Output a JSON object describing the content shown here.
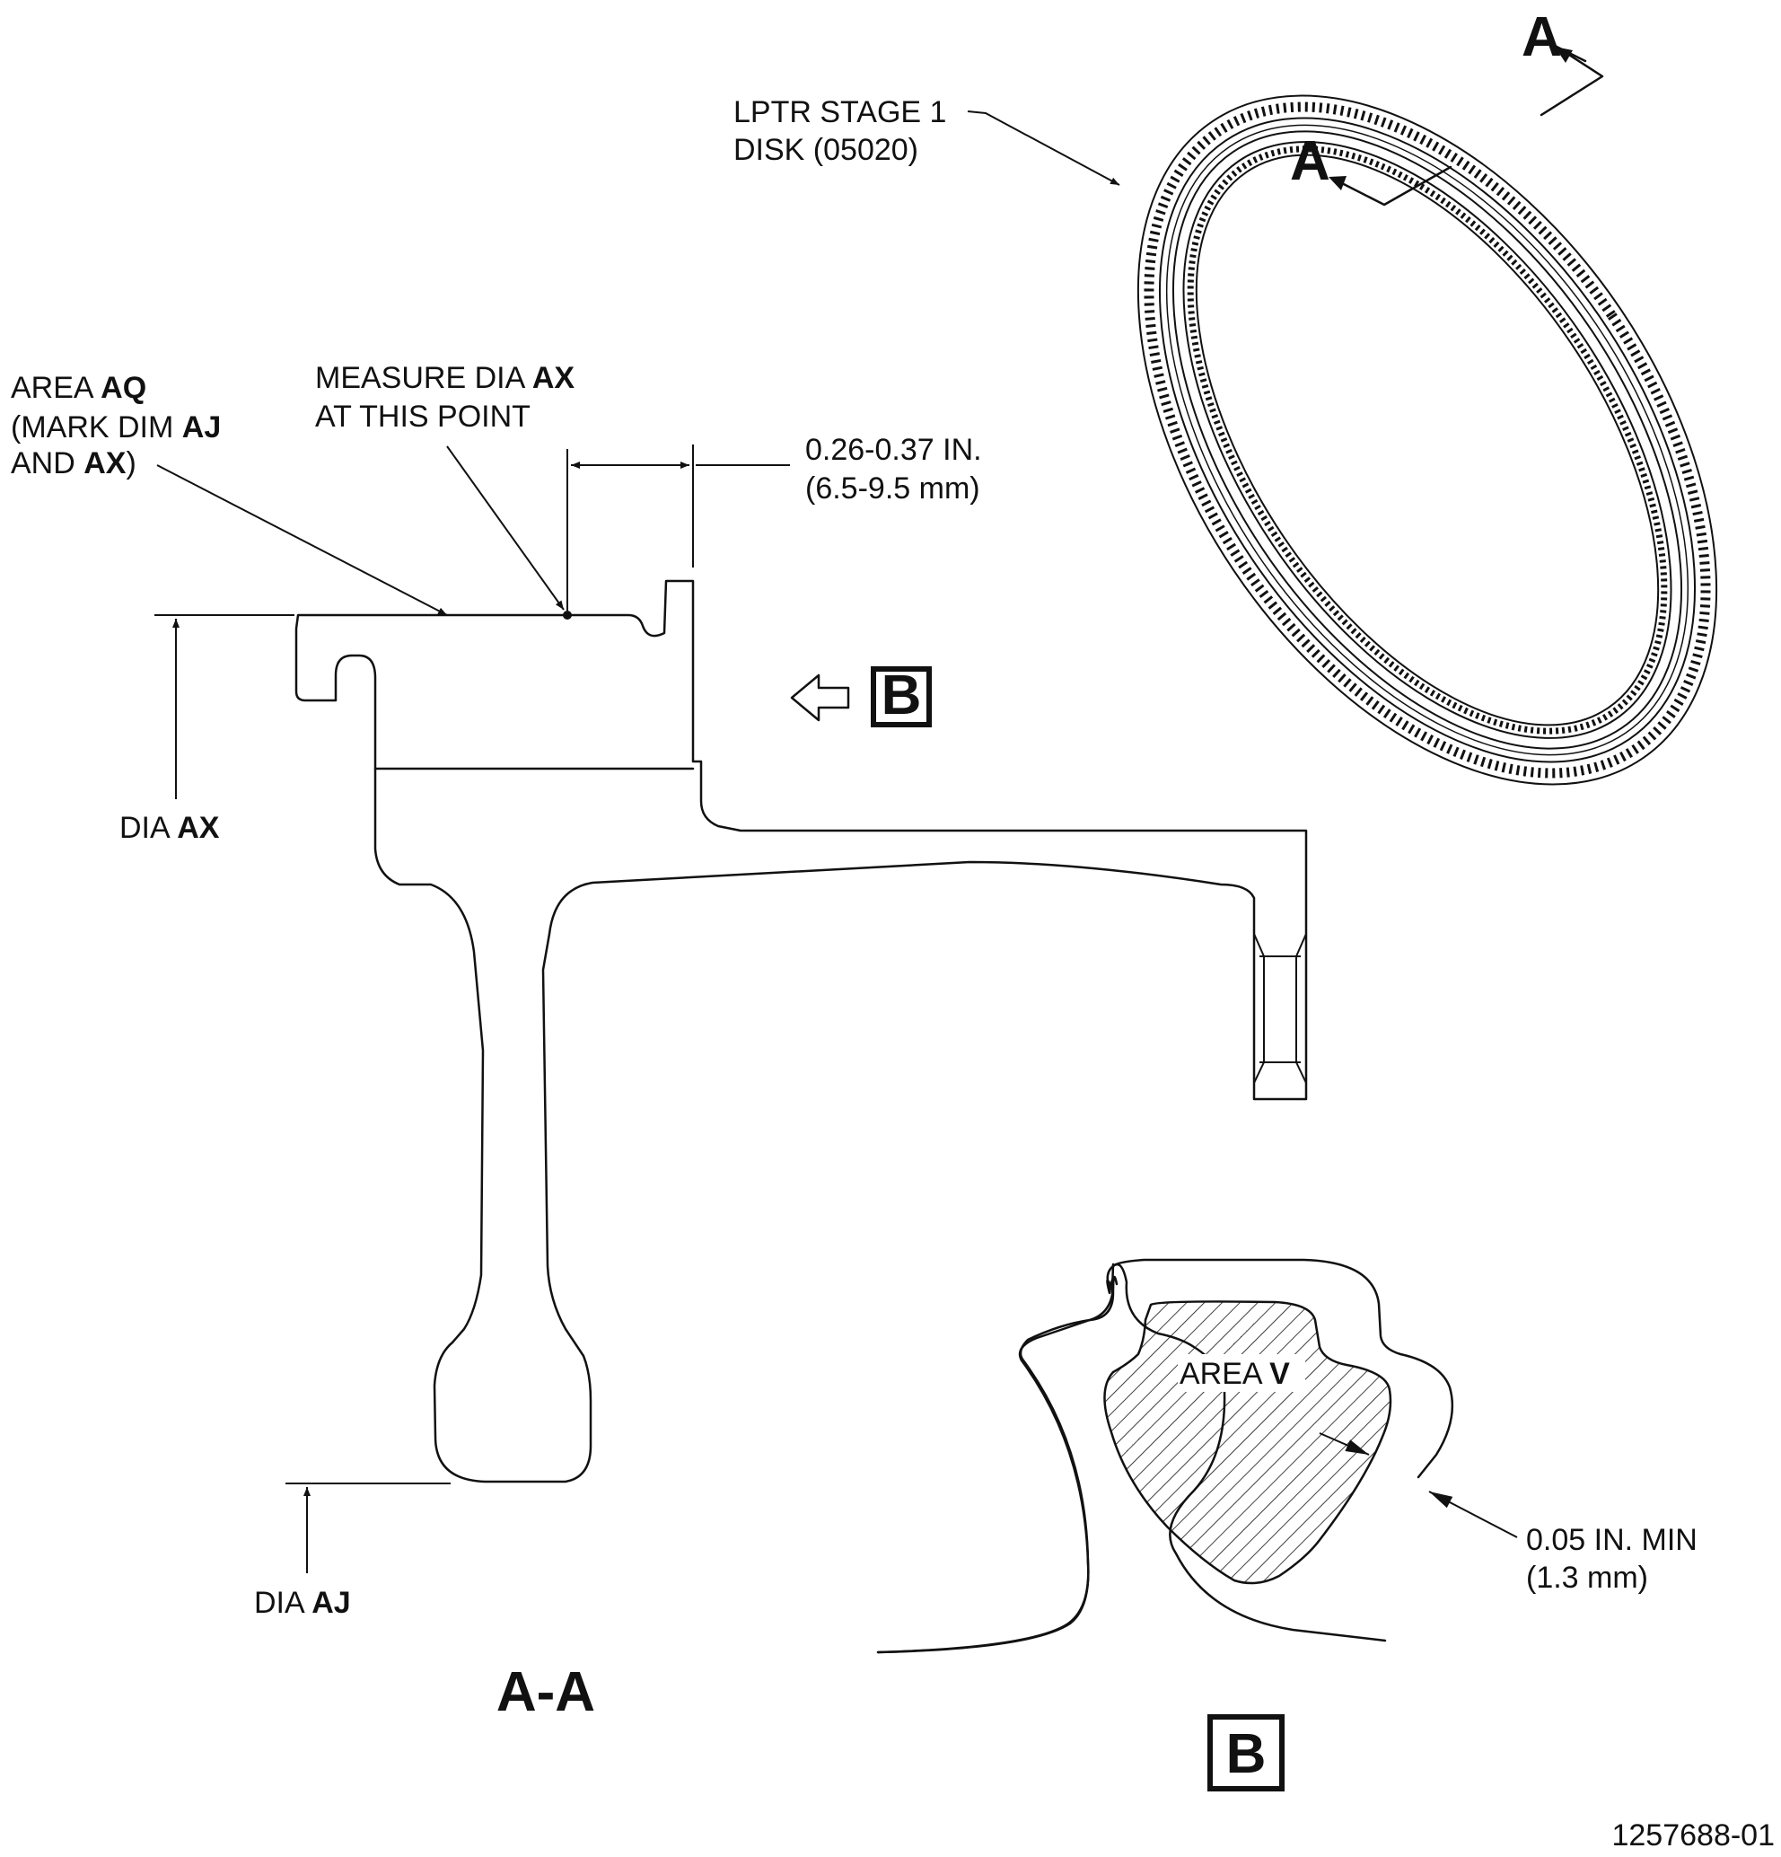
{
  "callouts": {
    "disk": {
      "line1": "LPTR STAGE 1",
      "line2": "DISK (05020)"
    },
    "area_aq": {
      "l1": "AREA ",
      "l1b": "AQ",
      "l2": "(MARK DIM ",
      "l2b": "AJ",
      "l3": "AND ",
      "l3b": "AX",
      "l3c": ")"
    },
    "measure": {
      "l1": "MEASURE DIA ",
      "l1b": "AX",
      "l2": "AT THIS POINT"
    },
    "gap_dim": {
      "inch": "0.26-0.37 IN.",
      "mm": "(6.5-9.5 mm)"
    },
    "dia_ax": {
      "prefix": "DIA ",
      "bold": "AX"
    },
    "dia_aj": {
      "prefix": "DIA ",
      "bold": "AJ"
    },
    "area_v": {
      "prefix": "AREA ",
      "bold": "V"
    },
    "min_dim": {
      "inch": "0.05 IN. MIN",
      "mm": "(1.3 mm)"
    }
  },
  "section_marks": {
    "upper": "A",
    "lower": "A"
  },
  "view_flag": "B",
  "section_title": "A-A",
  "detail_title": "B",
  "figure_number": "1257688-01"
}
